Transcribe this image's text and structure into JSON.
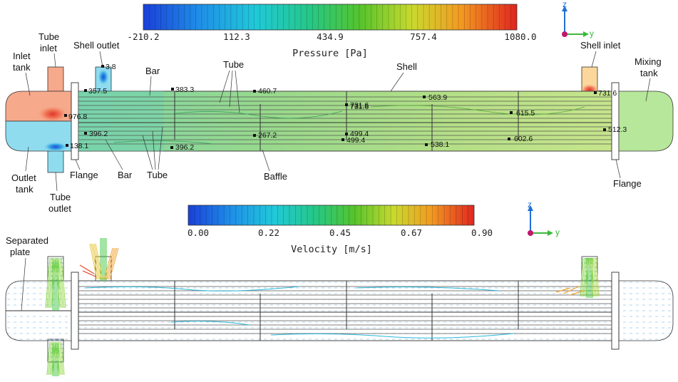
{
  "colors": {
    "inlet_tank": "#f7a98c",
    "outlet_tank": "#8fdcef",
    "mixing_tank": "#b7e79a",
    "axis_z": "#1f6fd6",
    "axis_y": "#3cb83c",
    "axis_x": "#c0186a"
  },
  "pressure_legend": {
    "title": "Pressure [Pa]",
    "min": -210.2,
    "max": 1080.0,
    "ticks": [
      "-210.2",
      "112.3",
      "434.9",
      "757.4",
      "1080.0"
    ]
  },
  "velocity_legend": {
    "title": "Velocity [m/s]",
    "min": 0.0,
    "max": 0.9,
    "ticks": [
      "0.00",
      "0.22",
      "0.45",
      "0.67",
      "0.90"
    ]
  },
  "axes": {
    "z": "z",
    "y": "y"
  },
  "labels": {
    "tube_inlet": [
      "Tube",
      "inlet"
    ],
    "shell_outlet": "Shell outlet",
    "inlet_tank": [
      "Inlet",
      "tank"
    ],
    "bar_top": "Bar",
    "tube_top": "Tube",
    "shell": "Shell",
    "shell_inlet": "Shell inlet",
    "mixing_tank": [
      "Mixing",
      "tank"
    ],
    "outlet_tank": [
      "Outlet",
      "tank"
    ],
    "tube_outlet": [
      "Tube",
      "outlet"
    ],
    "flange_left": "Flange",
    "bar_bottom": "Bar",
    "tube_bottom": "Tube",
    "baffle": "Baffle",
    "flange_right": "Flange",
    "separated_plate": [
      "Separated",
      "plate"
    ]
  },
  "probe_values": [
    "3.8",
    "357.5",
    "383.3",
    "460.7",
    "563.9",
    "731.6",
    "731.6",
    "976.8",
    "615.5",
    "512.3",
    "396.2",
    "267.2",
    "499.4",
    "499.4",
    "602.6",
    "138.1",
    "396.2",
    "538.1"
  ]
}
